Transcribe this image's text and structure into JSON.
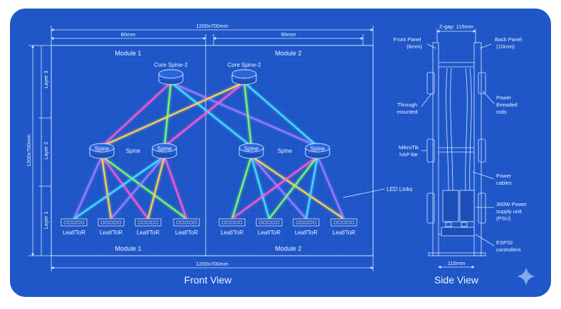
{
  "colors": {
    "background": "#1e56c8",
    "grid": "#3b72dd",
    "line": "#dbe8ff",
    "led": [
      "#ff5ad2",
      "#7cff6a",
      "#43e3ff",
      "#a07cff",
      "#ffd45a"
    ]
  },
  "front": {
    "top_dimension": "1200x700mm",
    "left_dimension": "80mm",
    "right_dimension": "90mm",
    "height_dimension": "1200x700mm",
    "bottom_dimension": "1200x700mm",
    "layers": [
      "Layer 3",
      "Layer 2",
      "Layer 1"
    ],
    "module1_top": "Module 1",
    "module2_top": "Module 2",
    "module1_bottom": "Module 1",
    "module2_bottom": "Module 2",
    "core_spines": [
      "Core Spine-2",
      "Core Spine-2"
    ],
    "spine_devices": [
      "Spine",
      "Spine",
      "Spine",
      "Spine"
    ],
    "spine_labels": [
      "Spine",
      "Spine"
    ],
    "leaf_labels": [
      "Leaf/ToR",
      "Leaf/ToR",
      "Leaf/ToR",
      "Leaf/ToR",
      "Leaf/ToR",
      "Leaf/ToR",
      "Leaf/ToR",
      "Leaf/ToR"
    ],
    "led_links_label": "LED Links",
    "caption": "Front View"
  },
  "side": {
    "z_gap": "Z-gap: 115mm",
    "front_panel": [
      "Front Panel",
      "(8mm)"
    ],
    "back_panel": [
      "Back Panel",
      "(10mm)"
    ],
    "through_mounted": [
      "Through",
      "mounted"
    ],
    "power_rods": [
      "Power",
      "threaded",
      "rods"
    ],
    "mikrotik": [
      "MikroTik",
      "hAP lite"
    ],
    "power_cables": [
      "Power",
      "cables"
    ],
    "psu": [
      "350W Power",
      "supply unit",
      "(PSU)"
    ],
    "esp32": [
      "ESP32",
      "controllers"
    ],
    "bottom_dim": "115mm",
    "caption": "Side View"
  },
  "icons": [
    "sparkle-icon"
  ]
}
